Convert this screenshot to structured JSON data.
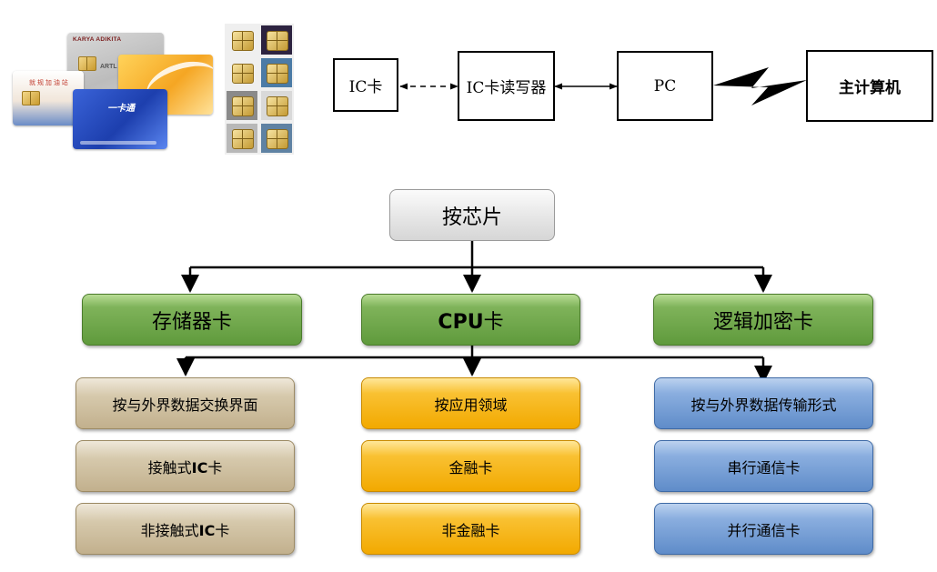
{
  "photo": {
    "card_brand": "KARYA ADIKITA",
    "card_sub": "ARTL",
    "card_red": "就 规 加 油 站",
    "card_blue_logo": "一卡通"
  },
  "flow": {
    "ic_card": "IC卡",
    "reader": "IC卡读写器",
    "pc": "PC",
    "host": "主计算机"
  },
  "tree": {
    "root": "按芯片",
    "categories": {
      "storage": "存储器卡",
      "cpu_prefix": "CPU",
      "cpu_suffix": "卡",
      "logic": "逻辑加密卡"
    },
    "columns": {
      "left": {
        "header": "按与外界数据交换界面",
        "item1_pre": "接触式",
        "item1_mid": "IC",
        "item1_post": "卡",
        "item2_pre": "非接触式",
        "item2_mid": "IC",
        "item2_post": "卡"
      },
      "middle": {
        "header": "按应用领域",
        "item1": "金融卡",
        "item2": "非金融卡"
      },
      "right": {
        "header": "按与外界数据传输形式",
        "item1": "串行通信卡",
        "item2": "并行通信卡"
      }
    }
  },
  "colors": {
    "storage_green": "#6aa346",
    "tan": "#c9b896",
    "gold": "#f7b500",
    "blue": "#6f98d2"
  }
}
